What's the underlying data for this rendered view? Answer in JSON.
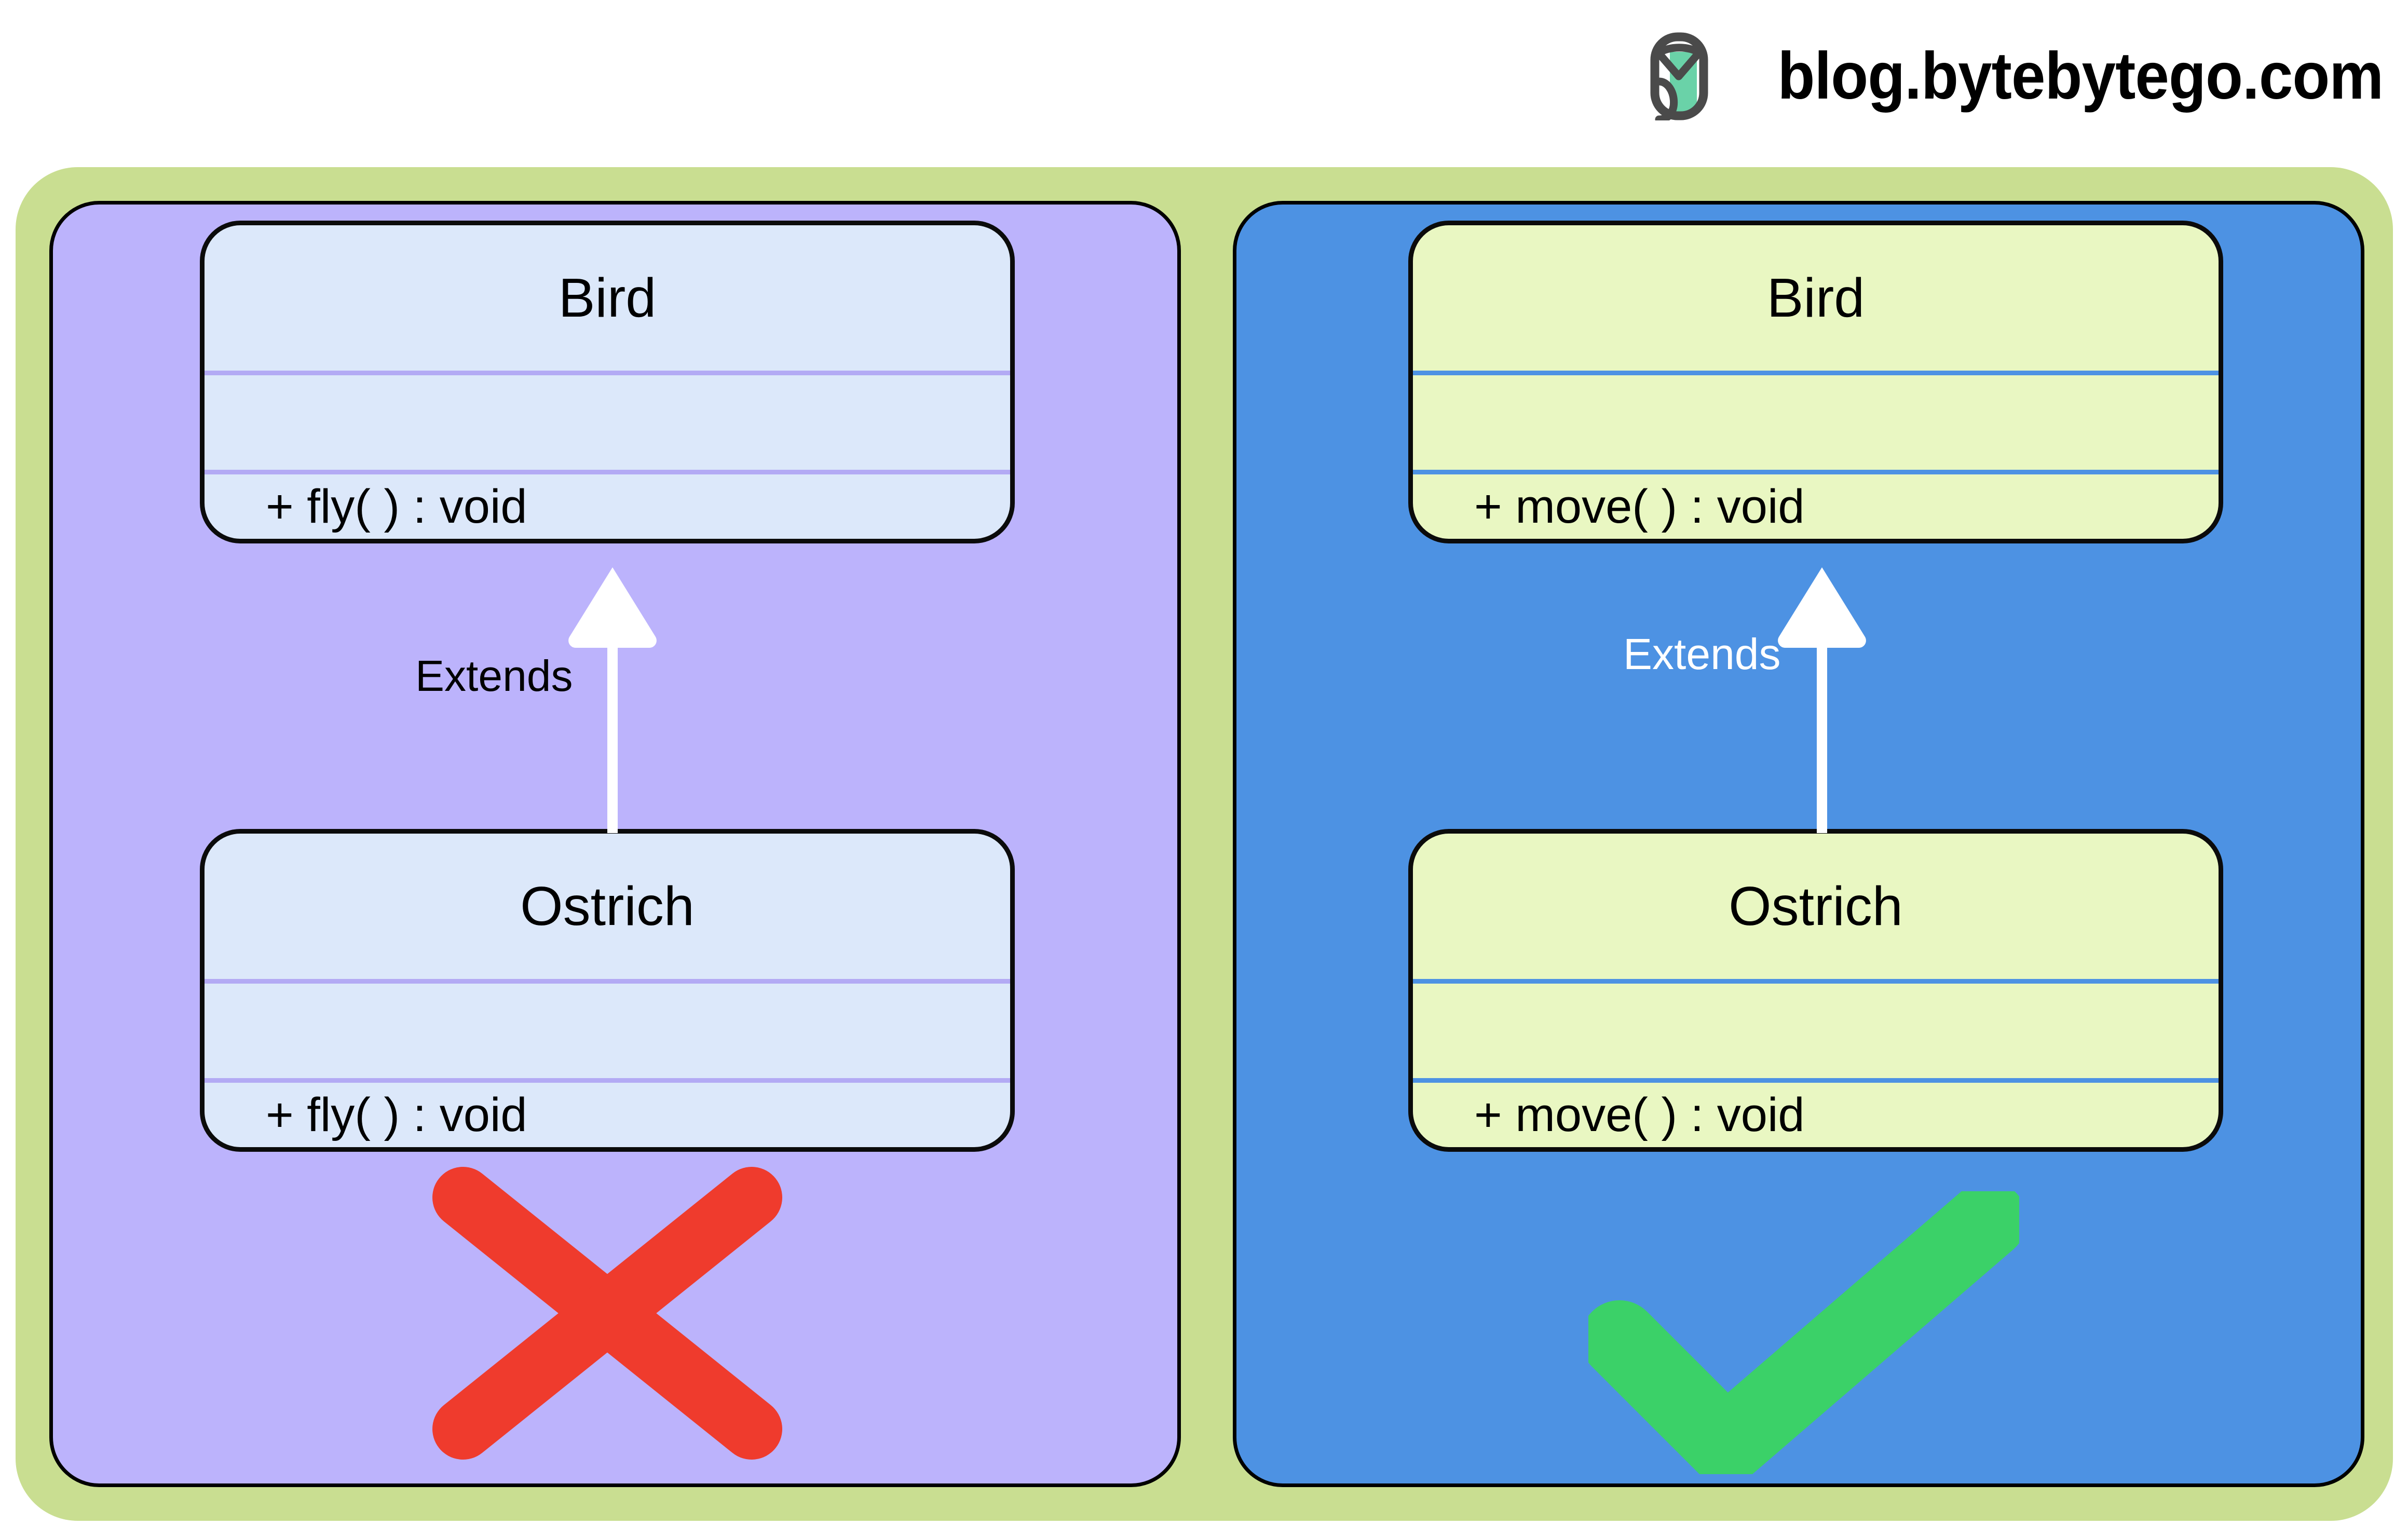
{
  "branding": {
    "logo_icon": "bytebytego-logo-icon",
    "site_text": "blog.bytebytego.com",
    "logo_outline_color": "#4a4a4a",
    "logo_accent_color": "#6ad2a8"
  },
  "theme": {
    "page_background": "#ffffff",
    "outer_frame_color": "#c9de91",
    "bad_panel_color": "#bcb3fc",
    "good_panel_color": "#4d92e3",
    "bad_card_fill": "#dce8fa",
    "good_card_fill": "#e9f7c2",
    "bad_separator_color": "#b3aaf4",
    "good_separator_color": "#4d92e3",
    "card_border_color": "#0b0b0b",
    "arrow_color": "#ffffff",
    "cross_color": "#ef3b2d",
    "check_color": "#3bd168"
  },
  "panels": [
    {
      "id": "bad",
      "verdict_icon": "red-cross-icon",
      "verdict_meaning": "incorrect",
      "relationship_label": "Extends",
      "relationship_arrow_icon": "inheritance-arrow-icon",
      "parent_class": {
        "name": "Bird",
        "attributes": [],
        "operations": [
          "+ fly( ) : void"
        ]
      },
      "child_class": {
        "name": "Ostrich",
        "attributes": [],
        "operations": [
          "+ fly( ) : void"
        ]
      }
    },
    {
      "id": "good",
      "verdict_icon": "green-check-icon",
      "verdict_meaning": "correct",
      "relationship_label": "Extends",
      "relationship_arrow_icon": "inheritance-arrow-icon",
      "parent_class": {
        "name": "Bird",
        "attributes": [],
        "operations": [
          "+ move( ) : void"
        ]
      },
      "child_class": {
        "name": "Ostrich",
        "attributes": [],
        "operations": [
          "+ move( ) : void"
        ]
      }
    }
  ]
}
